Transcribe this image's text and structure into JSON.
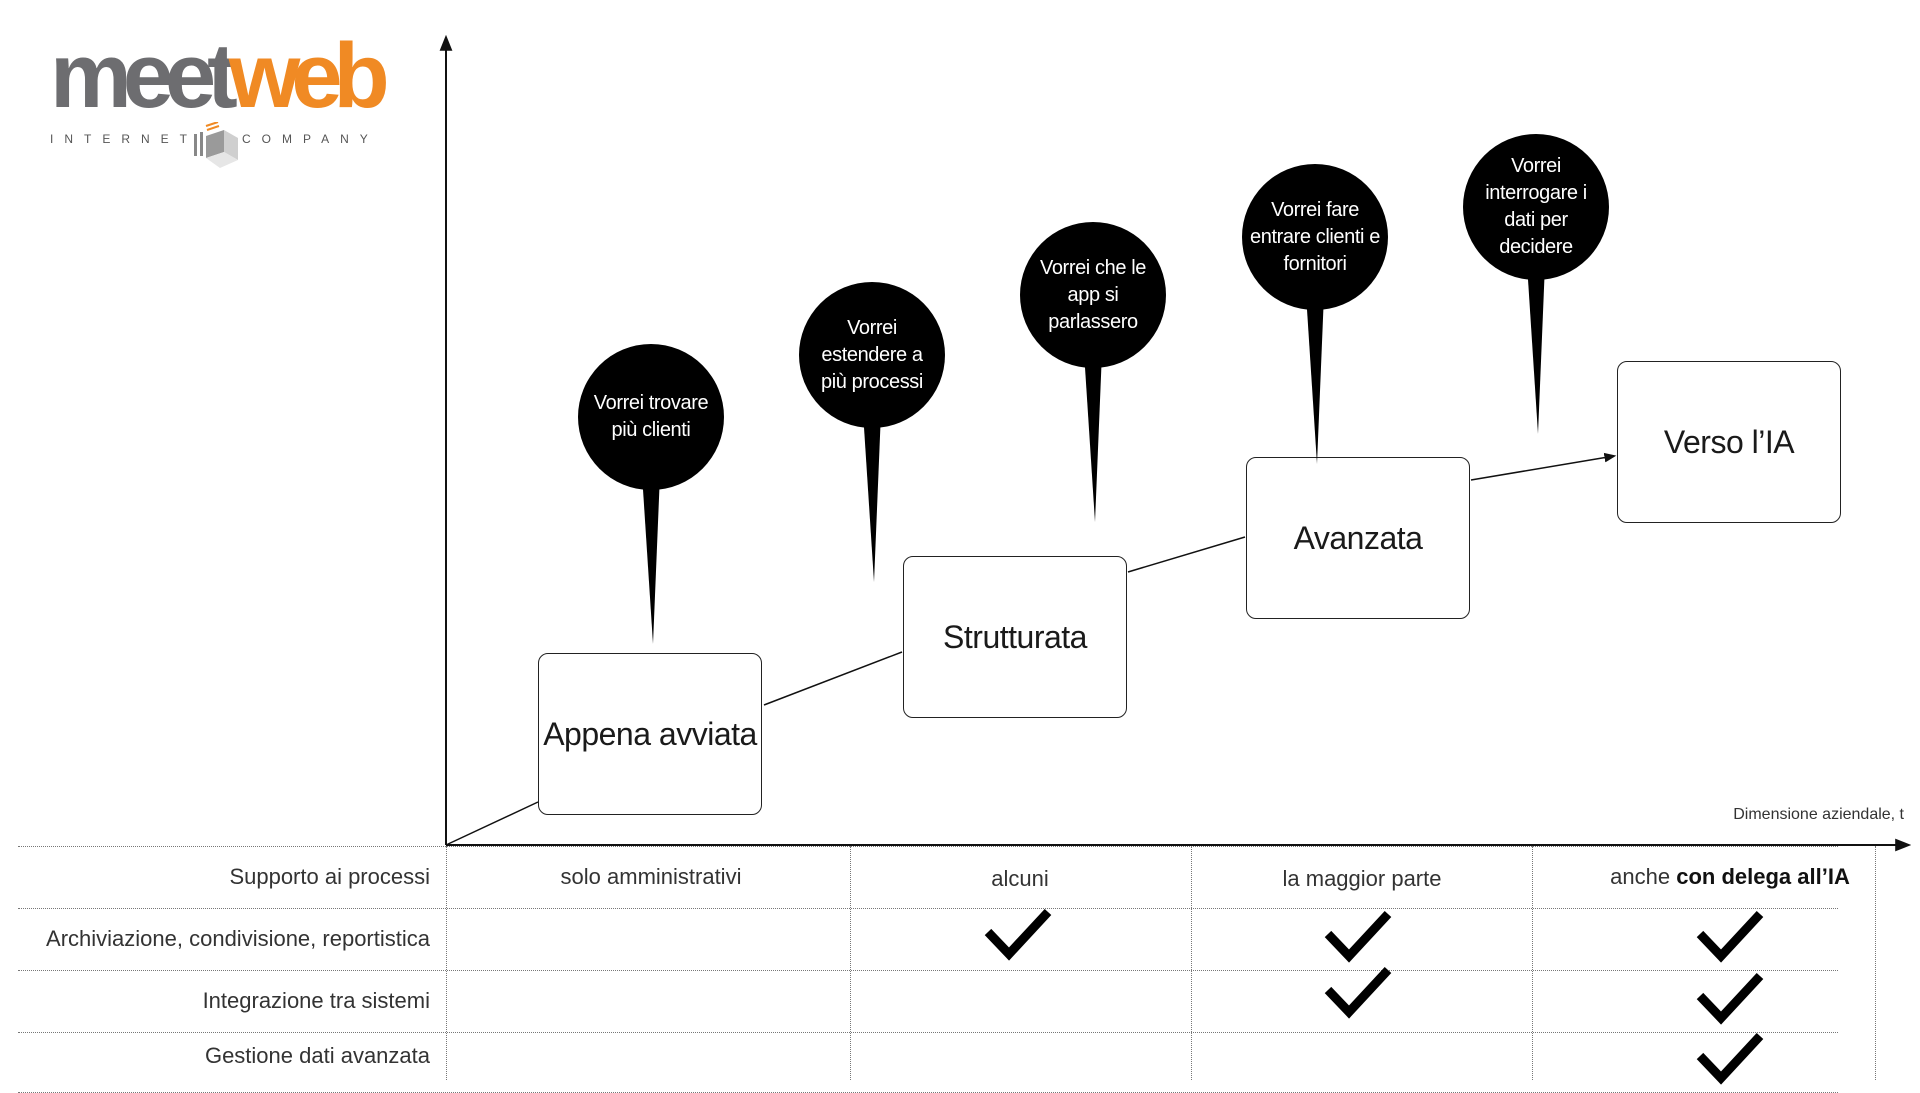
{
  "logo": {
    "brand_gray": "meet",
    "brand_orange": "web",
    "tagline_left": "INTERNET",
    "tagline_right": "COMPANY",
    "colors": {
      "gray": "#6d6d70",
      "orange": "#f08a24"
    }
  },
  "axis": {
    "x_label": "Dimensione aziendale, t"
  },
  "stages": [
    {
      "label": "Appena avviata"
    },
    {
      "label": "Strutturata"
    },
    {
      "label": "Avanzata"
    },
    {
      "label": "Verso l’IA"
    }
  ],
  "pins": [
    {
      "text": "Vorrei trovare più clienti"
    },
    {
      "text": "Vorrei estendere a più processi"
    },
    {
      "text": "Vorrei che le app si parlassero"
    },
    {
      "text": "Vorrei fare entrare clienti e fornitori"
    },
    {
      "text": "Vorrei interrogare i dati per decidere"
    }
  ],
  "table": {
    "rows": [
      {
        "label": "Supporto ai processi"
      },
      {
        "label": "Archiviazione, condivisione, reportistica"
      },
      {
        "label": "Integrazione tra sistemi"
      },
      {
        "label": "Gestione dati avanzata"
      }
    ],
    "process_support": {
      "col1": "solo amministrativi",
      "col2": "alcuni",
      "col3": "la maggior parte",
      "col4_prefix": "anche ",
      "col4_bold": "con delega all’IA"
    },
    "checks": [
      {
        "row": 1,
        "col": 2
      },
      {
        "row": 1,
        "col": 3
      },
      {
        "row": 1,
        "col": 4
      },
      {
        "row": 2,
        "col": 3
      },
      {
        "row": 2,
        "col": 4
      },
      {
        "row": 3,
        "col": 4
      }
    ]
  }
}
